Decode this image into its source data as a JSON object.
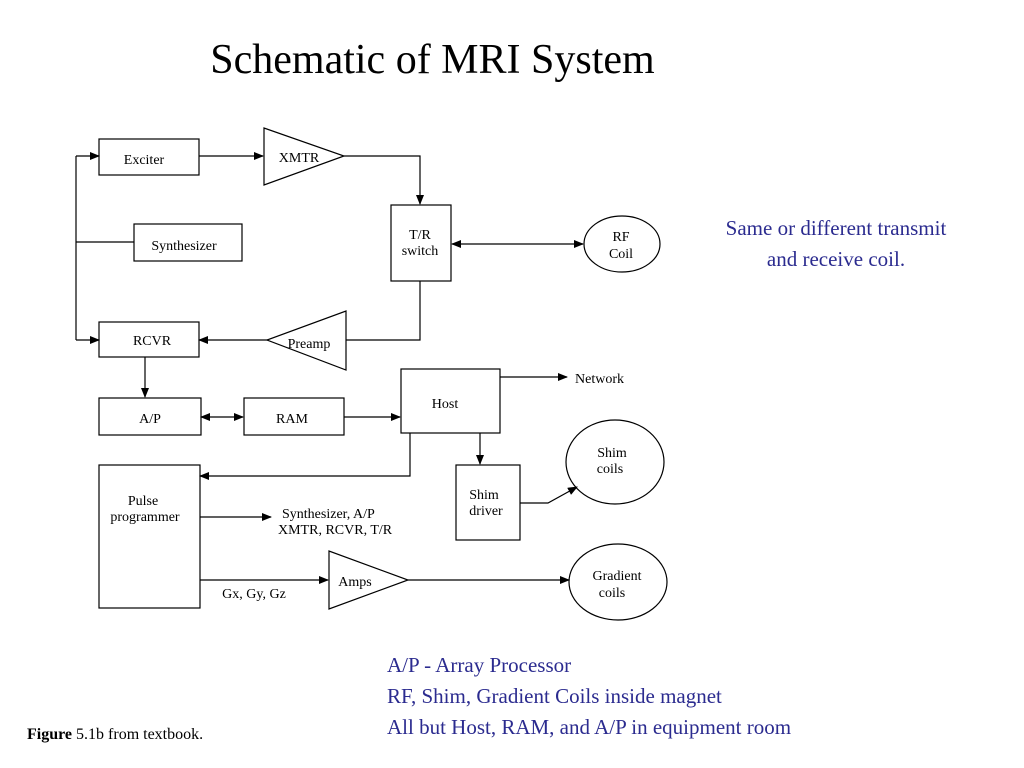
{
  "title": "Schematic of MRI System",
  "blocks": {
    "exciter": "Exciter",
    "xmtr": "XMTR",
    "synthesizer": "Synthesizer",
    "tr_switch": [
      "T/R",
      "switch"
    ],
    "rf_coil": [
      "RF",
      "Coil"
    ],
    "rcvr": "RCVR",
    "preamp": "Preamp",
    "ap": "A/P",
    "ram": "RAM",
    "host": "Host",
    "network": "Network",
    "shim_coils": [
      "Shim",
      "coils"
    ],
    "shim_driver": [
      "Shim",
      "driver"
    ],
    "pulse_programmer": [
      "Pulse",
      "programmer"
    ],
    "pp_outputs": [
      "Synthesizer, A/P",
      "XMTR, RCVR, T/R"
    ],
    "amps": "Amps",
    "gradient_coils": [
      "Gradient",
      "coils"
    ],
    "gradients_label": "Gx, Gy, Gz"
  },
  "side_note": [
    "Same or different transmit",
    "and receive coil."
  ],
  "legend": [
    "A/P - Array Processor",
    "RF, Shim, Gradient Coils inside magnet",
    "All but Host, RAM, and A/P in equipment room"
  ],
  "caption": {
    "bold": "Figure",
    "rest": " 5.1b from textbook."
  },
  "colors": {
    "note_text": "#2b2b8f",
    "lines": "#000000"
  }
}
